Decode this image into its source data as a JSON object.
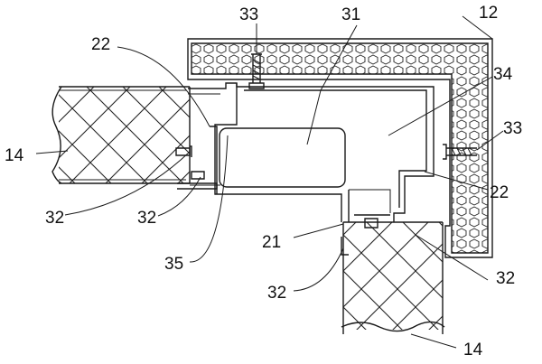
{
  "figure": {
    "labels": {
      "frame": "12",
      "panel_left": "14",
      "panel_bottom": "14",
      "profile": "21",
      "clip_upper_left": "22",
      "clip_right": "22",
      "spacer_left_top": "32",
      "spacer_left_bottom": "32",
      "spacer_right_bottom": "32",
      "spacer_left_mid": "32",
      "screw_top": "33",
      "screw_right": "33",
      "cavity": "34",
      "block": "31",
      "plate": "35"
    }
  }
}
